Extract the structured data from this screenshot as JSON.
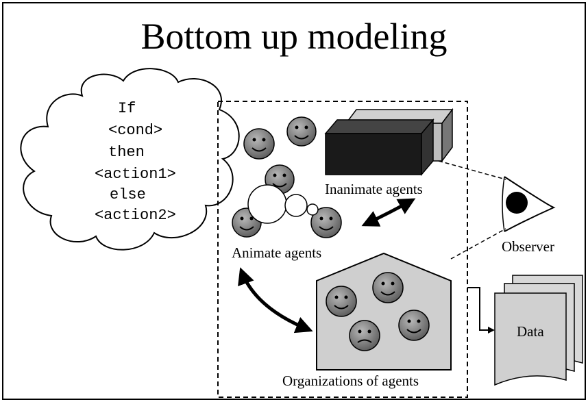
{
  "title": "Bottom up modeling",
  "rule": {
    "line1": "If",
    "line2": "<cond>",
    "line3": "then",
    "line4": "<action1>",
    "line5": "else",
    "line6": "<action2>"
  },
  "labels": {
    "inanimate": "Inanimate agents",
    "animate": "Animate agents",
    "organizations": "Organizations of agents",
    "observer": "Observer",
    "data": "Data"
  }
}
